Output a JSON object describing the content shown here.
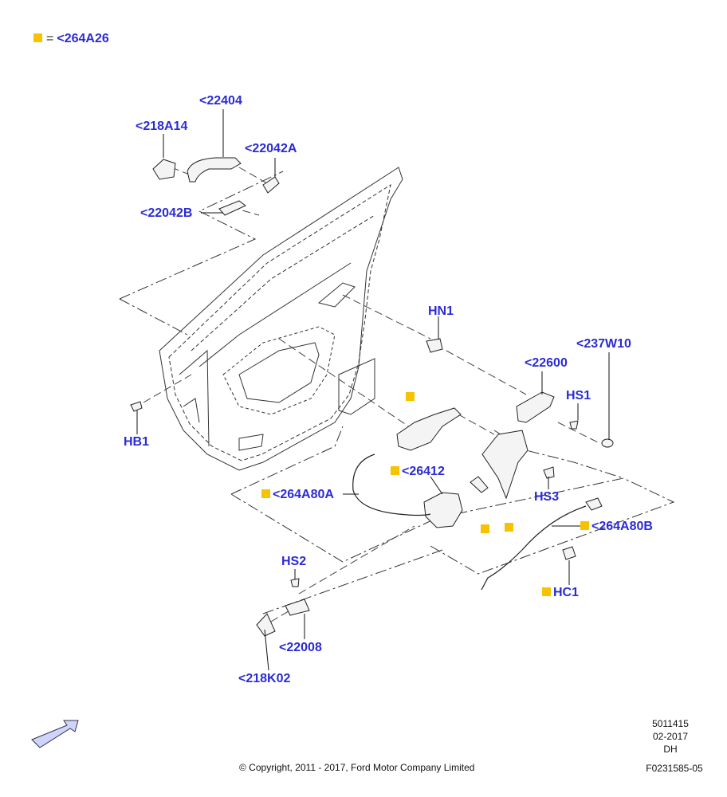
{
  "legend": {
    "equals": "=",
    "label": "<264A26",
    "marker_color": "#f7c200"
  },
  "callout_color": "#2b2bd6",
  "callouts": {
    "c22404": "<22404",
    "c218A14": "<218A14",
    "c22042A": "<22042A",
    "c22042B": "<22042B",
    "cHN1": "HN1",
    "c237W10": "<237W10",
    "c22600": "<22600",
    "cHS1": "HS1",
    "cHB1": "HB1",
    "c26412": "<26412",
    "c264A80A": "<264A80A",
    "cHS3": "HS3",
    "c264A80B": "<264A80B",
    "cHS2": "HS2",
    "cHC1": "HC1",
    "c22008": "<22008",
    "c218K02": "<218K02"
  },
  "meta": {
    "code": "5011415",
    "date": "02-2017",
    "initials": "DH",
    "figure": "F0231585-05",
    "copyright": "© Copyright, 2011 - 2017, Ford Motor Company Limited"
  }
}
